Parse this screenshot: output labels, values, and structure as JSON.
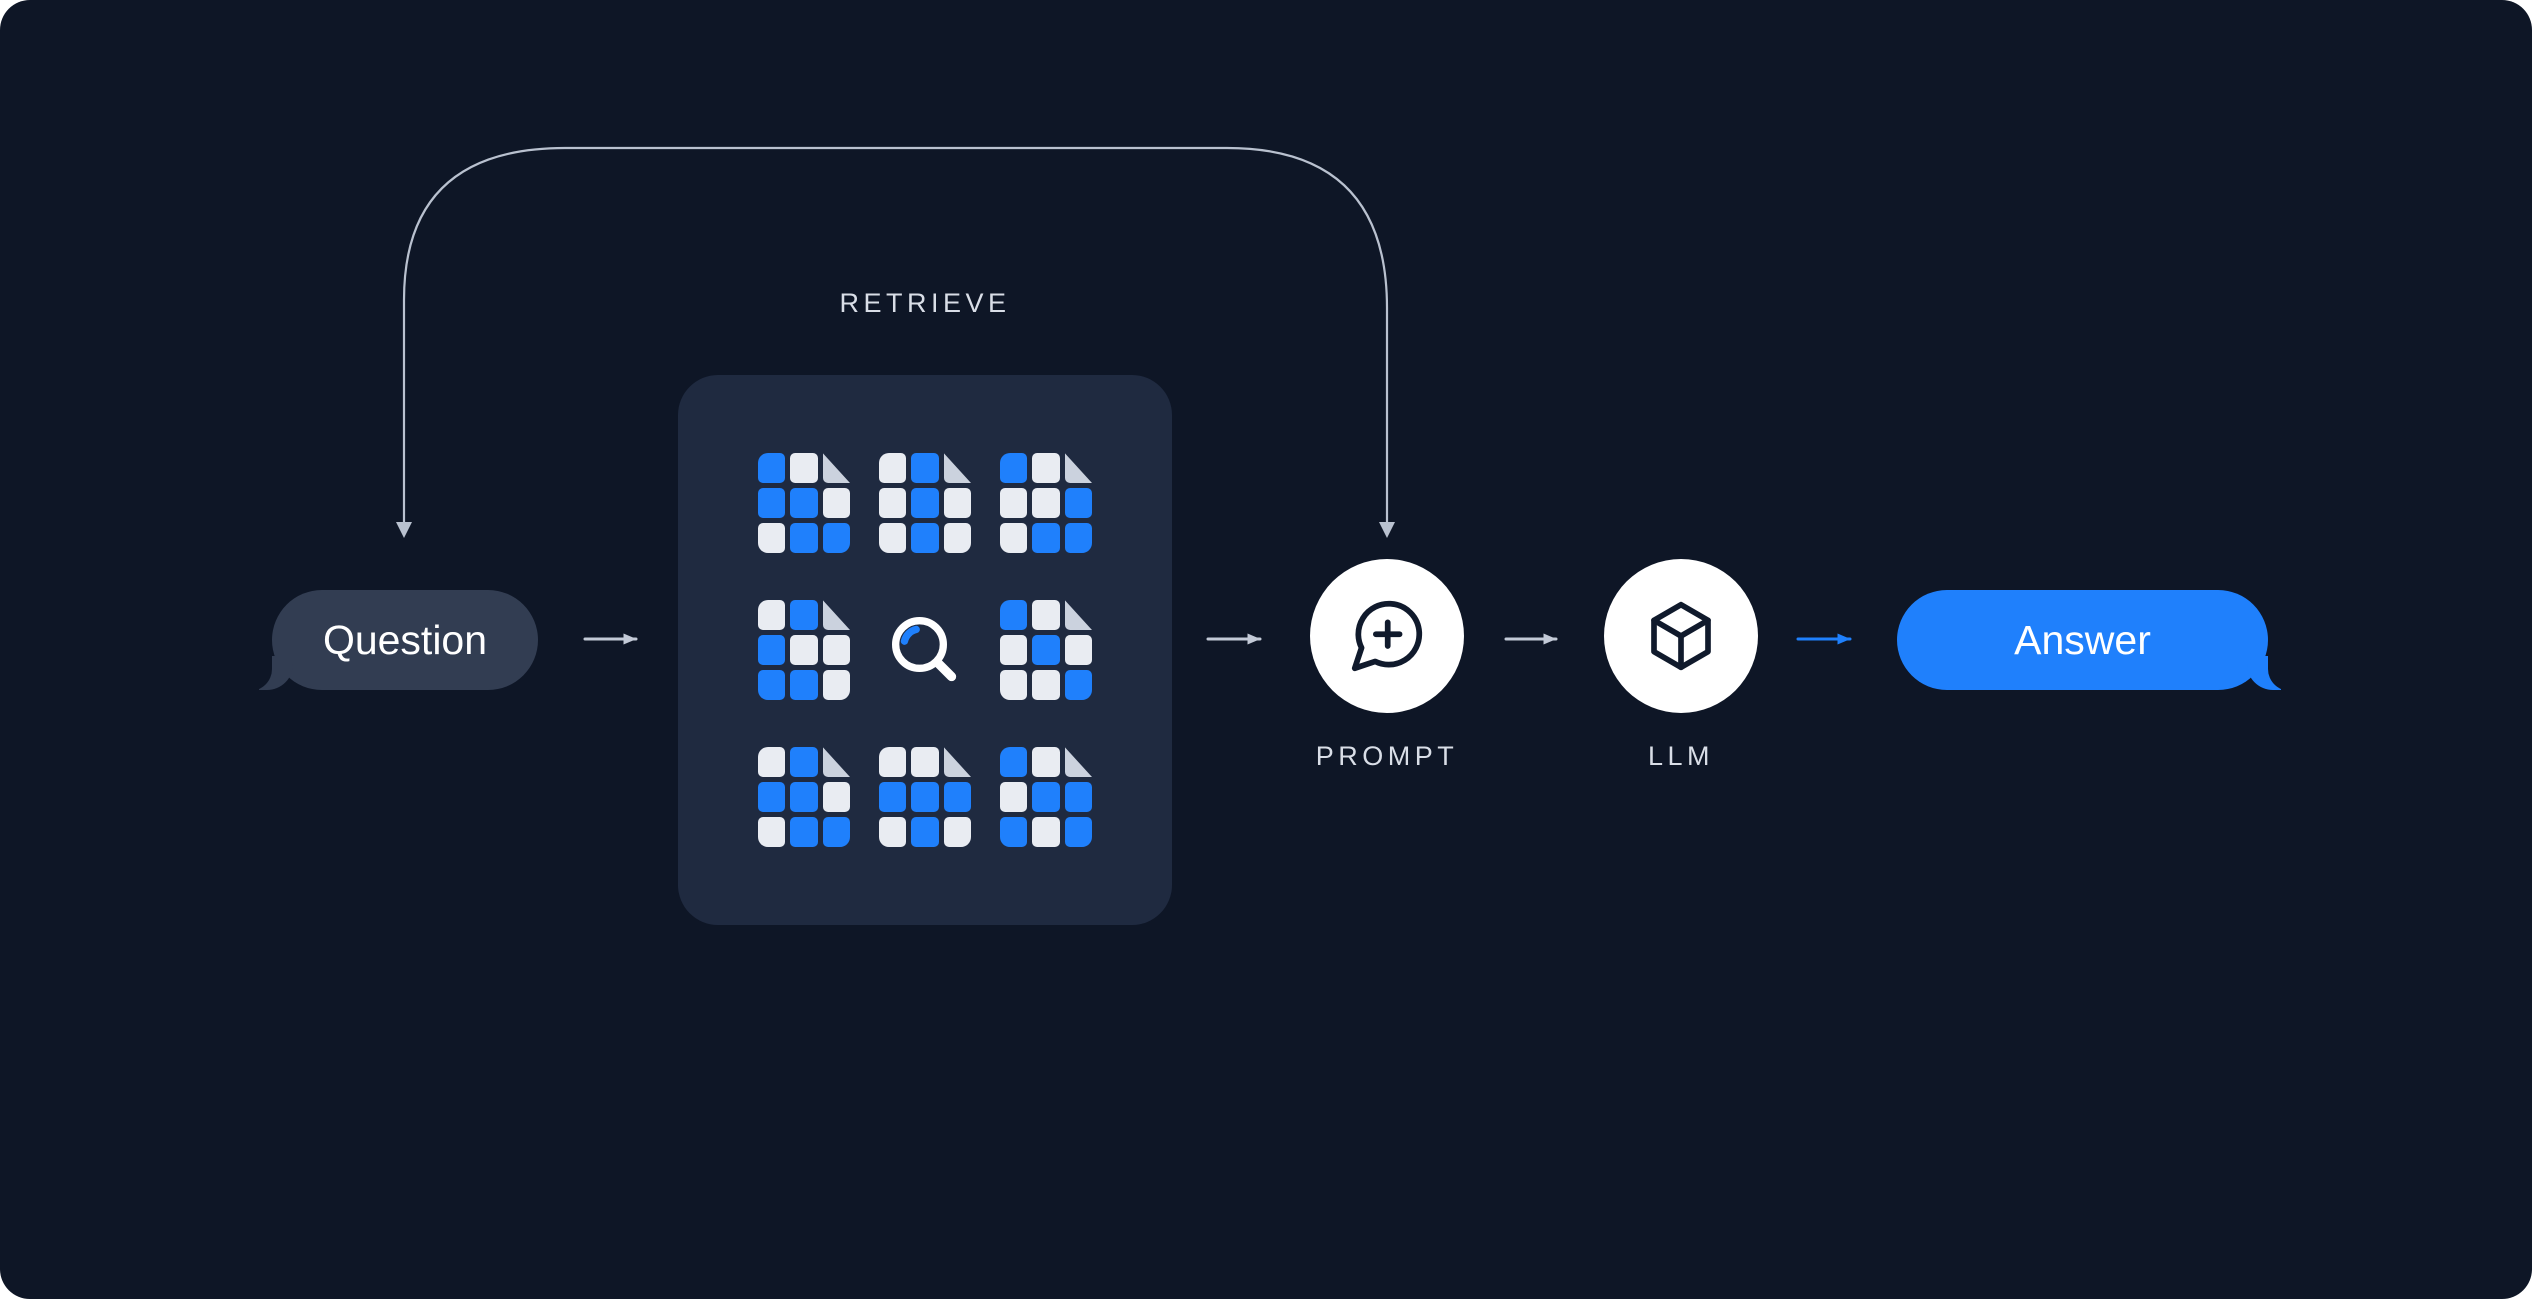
{
  "colors": {
    "bg": "#0E1626",
    "panel": "#1F2A40",
    "bubbleDark": "#323D52",
    "blue": "#1F80FC",
    "docWhite": "#E9ECF2",
    "fold": "#CBD2DE",
    "arrow": "#C3CAD7",
    "curve": "#B9C1CF",
    "label": "#D9DEE7",
    "iconDark": "#101A2C",
    "nodeBg": "#FFFFFF"
  },
  "flow": {
    "question": {
      "label": "Question"
    },
    "retrieve": {
      "label": "RETRIEVE",
      "center_icon": "search-icon",
      "docs": [
        {
          "cells": [
            "b",
            "w",
            "f",
            "b",
            "b",
            "w",
            "w",
            "b",
            "b"
          ]
        },
        {
          "cells": [
            "w",
            "b",
            "f",
            "w",
            "b",
            "w",
            "w",
            "b",
            "w"
          ]
        },
        {
          "cells": [
            "b",
            "w",
            "f",
            "w",
            "w",
            "b",
            "w",
            "b",
            "b"
          ]
        },
        {
          "cells": [
            "w",
            "b",
            "f",
            "b",
            "w",
            "w",
            "b",
            "b",
            "w"
          ]
        },
        {
          "cells": [
            "b",
            "w",
            "f",
            "w",
            "b",
            "w",
            "w",
            "w",
            "b"
          ]
        },
        {
          "cells": [
            "w",
            "b",
            "f",
            "b",
            "b",
            "w",
            "w",
            "b",
            "b"
          ]
        },
        {
          "cells": [
            "w",
            "w",
            "f",
            "b",
            "b",
            "b",
            "w",
            "b",
            "w"
          ]
        },
        {
          "cells": [
            "b",
            "w",
            "f",
            "w",
            "b",
            "b",
            "b",
            "w",
            "b"
          ]
        }
      ]
    },
    "prompt": {
      "label": "PROMPT",
      "icon": "chat-plus-icon"
    },
    "llm": {
      "label": "LLM",
      "icon": "cube-icon"
    },
    "answer": {
      "label": "Answer"
    }
  }
}
